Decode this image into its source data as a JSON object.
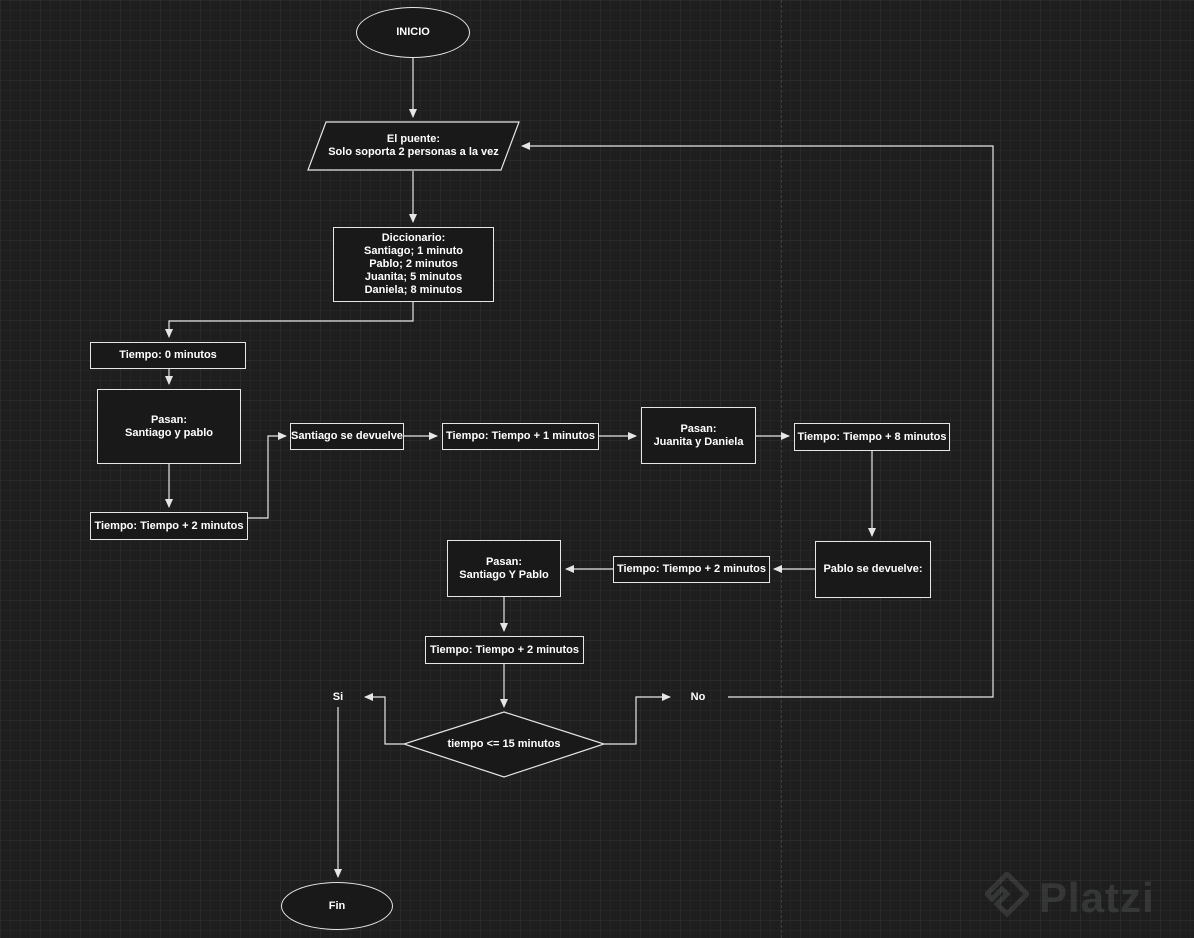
{
  "diagram": {
    "type": "flowchart",
    "nodes": {
      "inicio": "INICIO",
      "puente": "El puente:\nSolo soporta 2 personas a la vez",
      "diccionario": "Diccionario:\nSantiago; 1 minuto\nPablo; 2 minutos\nJuanita; 5 minutos\nDaniela; 8 minutos",
      "tiempo_inicial": "Tiempo: 0 minutos",
      "pasan_santiago_pablo": "Pasan:\nSantiago y pablo",
      "tiempo_mas_2_a": "Tiempo: Tiempo + 2 minutos",
      "santiago_devuelve": "Santiago se devuelve",
      "tiempo_mas_1": "Tiempo: Tiempo + 1 minutos",
      "pasan_juanita_daniela": "Pasan:\nJuanita y Daniela",
      "tiempo_mas_8": "Tiempo: Tiempo + 8 minutos",
      "pablo_devuelve": "Pablo se devuelve:",
      "tiempo_mas_2_b": "Tiempo: Tiempo + 2 minutos",
      "pasan_santiago_pablo_2": "Pasan:\nSantiago Y Pablo",
      "tiempo_mas_2_c": "Tiempo: Tiempo + 2 minutos",
      "decision": "tiempo <= 15 minutos",
      "fin": "Fin"
    },
    "branch_labels": {
      "yes": "Si",
      "no": "No"
    }
  },
  "watermark": {
    "text": "Platzi"
  },
  "colors": {
    "background": "#1e1e1e",
    "node_fill": "#191919",
    "stroke": "#e6e6e6",
    "text": "#ffffff"
  }
}
